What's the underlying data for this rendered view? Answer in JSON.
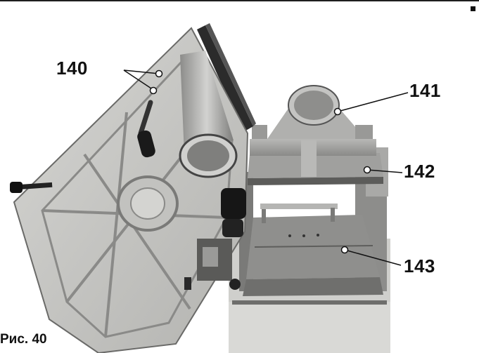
{
  "callouts": {
    "label_140": "140",
    "label_141": "141",
    "label_142": "142",
    "label_143": "143"
  },
  "figure": {
    "caption": "Рис. 40"
  },
  "colors": {
    "table_casting": "#c9c9c6",
    "sheet_metal": "#9b9b99",
    "dark_metal": "#3a3a3a",
    "text": "#111111"
  }
}
